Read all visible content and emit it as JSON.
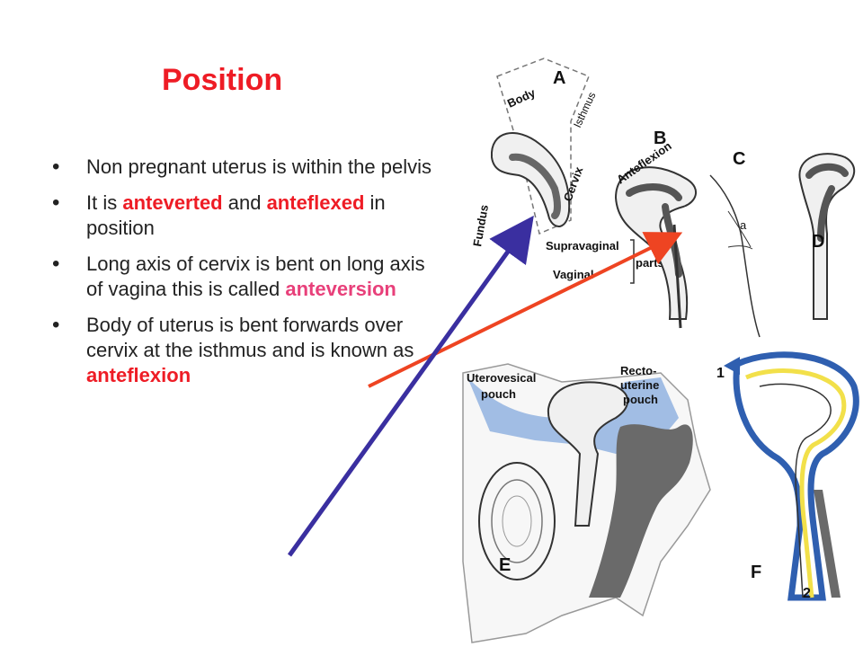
{
  "slide": {
    "title": "Position",
    "bullets": [
      {
        "text": "Non pregnant uterus is within the pelvis"
      },
      {
        "t1": "It is ",
        "k1": "anteverted",
        "t2": " and ",
        "k2": "anteflexed",
        "t3": " in position"
      },
      {
        "t1": "Long axis of cervix is bent on long axis of vagina this is called ",
        "k1": "anteversion"
      },
      {
        "t1": "Body of uterus is bent forwards over cervix at the isthmus and is known as ",
        "k1": "anteflexion"
      }
    ]
  },
  "figure": {
    "labels": {
      "A": "A",
      "B": "B",
      "C": "C",
      "D": "D",
      "E": "E",
      "F": "F",
      "body": "Body",
      "isthmus": "Isthmus",
      "cervix": "Cervix",
      "fundus": "Fundus",
      "supravaginal": "Supravaginal",
      "vaginal": "Vaginal",
      "parts": "parts",
      "anteflexion": "Anteflexion",
      "a": "a",
      "uterovesical": "Uterovesical",
      "pouch1": "pouch",
      "recto": "Recto-",
      "uterine": "uterine",
      "pouch2": "pouch",
      "one": "1",
      "two": "2"
    }
  },
  "colors": {
    "title": "#ee1c25",
    "keyword_red": "#ee1c25",
    "keyword_pink": "#e8407a",
    "arrow_red": "#ee4422",
    "arrow_blue": "#3a2fa0",
    "pouch_blue": "#5b8ed6",
    "tissue_gray": "#6a6a6a",
    "yellow": "#f2e04a"
  }
}
